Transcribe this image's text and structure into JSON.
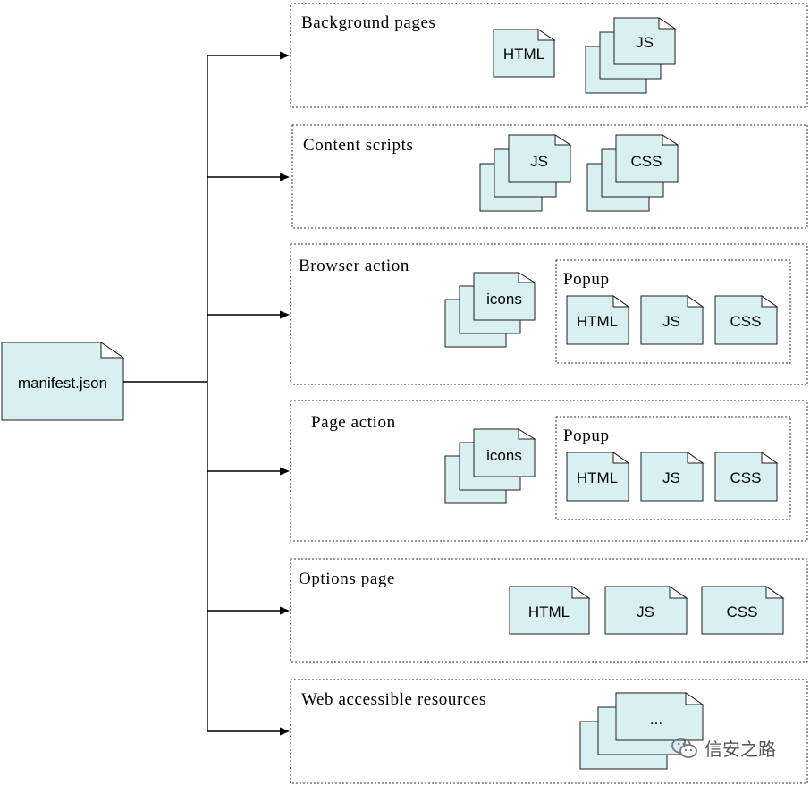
{
  "root": {
    "label": "manifest.json"
  },
  "sections": [
    {
      "id": "background-pages",
      "title": "Background pages",
      "files": [
        {
          "label": "HTML",
          "stacked": false
        },
        {
          "label": "JS",
          "stacked": true
        }
      ]
    },
    {
      "id": "content-scripts",
      "title": "Content scripts",
      "files": [
        {
          "label": "JS",
          "stacked": true
        },
        {
          "label": "CSS",
          "stacked": true
        }
      ]
    },
    {
      "id": "browser-action",
      "title": "Browser action",
      "files": [
        {
          "label": "icons",
          "stacked": true
        }
      ],
      "popup": {
        "title": "Popup",
        "files": [
          "HTML",
          "JS",
          "CSS"
        ]
      }
    },
    {
      "id": "page-action",
      "title": "Page action",
      "files": [
        {
          "label": "icons",
          "stacked": true
        }
      ],
      "popup": {
        "title": "Popup",
        "files": [
          "HTML",
          "JS",
          "CSS"
        ]
      }
    },
    {
      "id": "options-page",
      "title": "Options page",
      "files": [
        {
          "label": "HTML",
          "stacked": false
        },
        {
          "label": "JS",
          "stacked": false
        },
        {
          "label": "CSS",
          "stacked": false
        }
      ]
    },
    {
      "id": "web-accessible-resources",
      "title": "Web accessible resources",
      "files": [
        {
          "label": "...",
          "stacked": true
        }
      ]
    }
  ],
  "watermark": {
    "text": "信安之路",
    "icon": "wechat-icon"
  },
  "colors": {
    "doc_fill": "#d8f0f2",
    "stroke": "#1e1e1e"
  }
}
